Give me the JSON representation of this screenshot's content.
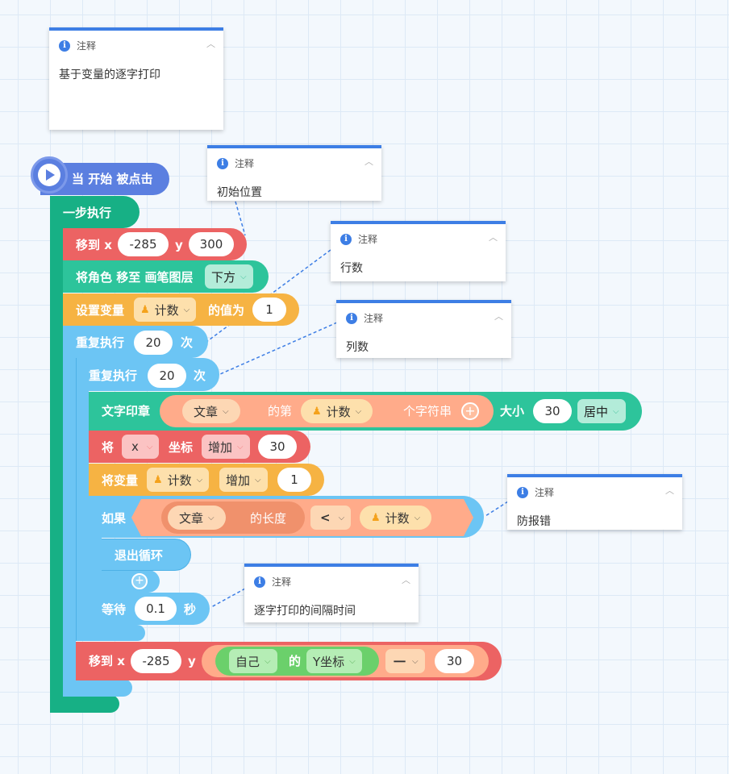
{
  "notes": [
    {
      "header": "注释",
      "text": "基于变量的逐字打印"
    },
    {
      "header": "注释",
      "text": "初始位置"
    },
    {
      "header": "注释",
      "text": "行数"
    },
    {
      "header": "注释",
      "text": "列数"
    },
    {
      "header": "注释",
      "text": "防报错"
    },
    {
      "header": "注释",
      "text": "逐字打印的间隔时间"
    }
  ],
  "hat": {
    "label": "当 开始 被点击"
  },
  "one_step": {
    "label": "一步执行"
  },
  "move1": {
    "label_x": "移到 x",
    "x": "-285",
    "label_y": "y",
    "y": "300"
  },
  "layer": {
    "label": "将角色 移至 画笔图层",
    "option": "下方"
  },
  "setvar": {
    "label": "设置变量",
    "var": "计数",
    "label2": "的值为",
    "value": "1"
  },
  "repeat1": {
    "label": "重复执行",
    "count": "20",
    "unit": "次"
  },
  "repeat2": {
    "label": "重复执行",
    "count": "20",
    "unit": "次"
  },
  "stamp": {
    "label": "文字印章",
    "source": "文章",
    "of": "的第",
    "index_var": "计数",
    "suffix": "个字符串",
    "size_label": "大小",
    "size": "30",
    "align": "居中"
  },
  "changex": {
    "label": "将",
    "axis": "x",
    "label2": "坐标",
    "op": "增加",
    "value": "30"
  },
  "changevar": {
    "label": "将变量",
    "var": "计数",
    "op": "增加",
    "value": "1"
  },
  "if_block": {
    "label": "如果",
    "source": "文章",
    "length_label": "的长度",
    "op": "<",
    "var": "计数"
  },
  "break": {
    "label": "退出循环"
  },
  "wait": {
    "label": "等待",
    "value": "0.1",
    "unit": "秒"
  },
  "move2": {
    "label_x": "移到 x",
    "x": "-285",
    "label_y": "y",
    "self": "自己",
    "of": "的",
    "prop": "Y坐标",
    "op": "一",
    "value": "30"
  },
  "colors": {
    "event": "#5b7fe0",
    "control": "#17b085",
    "motion": "#ec6363",
    "variable": "#f6b343",
    "loop": "#6cc5f4",
    "pen": "#2dc49b",
    "note": "#3d7ee5"
  }
}
